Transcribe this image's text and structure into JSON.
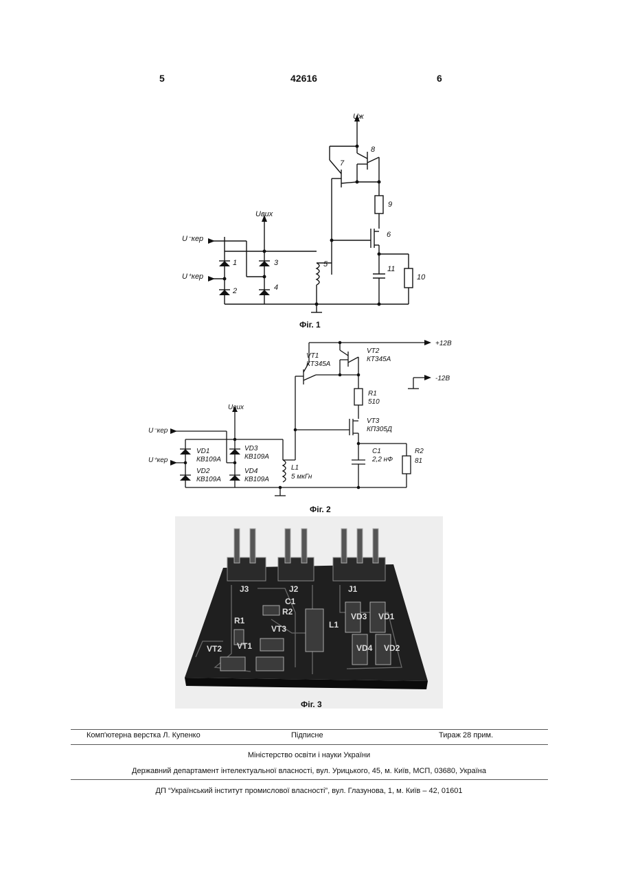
{
  "header": {
    "left_page": "5",
    "patent_no": "42616",
    "right_page": "6"
  },
  "fig1": {
    "caption": "Фіг. 1",
    "labels": {
      "u_supply": "Uж",
      "u_out": "Uвих",
      "u_ctrl_minus": "U⁻кер",
      "u_ctrl_plus": "U⁺кер",
      "n1": "1",
      "n2": "2",
      "n3": "3",
      "n4": "4",
      "n5": "5",
      "n6": "6",
      "n7": "7",
      "n8": "8",
      "n9": "9",
      "n10": "10",
      "n11": "11"
    }
  },
  "fig2": {
    "caption": "Фіг. 2",
    "labels": {
      "plus12": "+12В",
      "minus12": "-12В",
      "vt1": "VT1",
      "vt1_type": "КТ345А",
      "vt2": "VT2",
      "vt2_type": "КТ345А",
      "r1": "R1",
      "r1_val": "510",
      "vt3": "VT3",
      "vt3_type": "КП305Д",
      "c1": "C1",
      "c1_val": "2,2 нФ",
      "r2": "R2",
      "r2_val": "81",
      "u_out": "Uвих",
      "u_ctrl_minus": "U⁻кер",
      "u_ctrl_plus": "U⁺кер",
      "vd1": "VD1",
      "vd1_type": "КВ109А",
      "vd2": "VD2",
      "vd2_type": "КВ109А",
      "vd3": "VD3",
      "vd3_type": "КВ109А",
      "vd4": "VD4",
      "vd4_type": "КВ109А",
      "l1": "L1",
      "l1_val": "5 мкГн"
    }
  },
  "fig3": {
    "caption": "Фіг. 3",
    "labels": {
      "j1": "J1",
      "j2": "J2",
      "j3": "J3",
      "c1": "C1",
      "r1": "R1",
      "r2": "R2",
      "vt1": "VT1",
      "vt2": "VT2",
      "vt3": "VT3",
      "l1": "L1",
      "vd1": "VD1",
      "vd2": "VD2",
      "vd3": "VD3",
      "vd4": "VD4"
    }
  },
  "footer": {
    "layout": "Комп'ютерна верстка Л. Купенко",
    "signed": "Підписне",
    "print_run": "Тираж 28 прим.",
    "ministry": "Міністерство освіти і науки України",
    "department": "Державний департамент інтелектуальної власності, вул. Урицького, 45, м. Київ, МСП, 03680, Україна",
    "institute": "ДП “Український інститут промислової власності”, вул. Глазунова, 1, м. Київ – 42, 01601"
  }
}
